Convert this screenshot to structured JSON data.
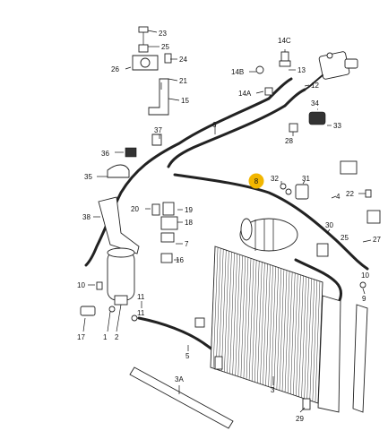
{
  "diagram": {
    "highlight_color": "#f2b600",
    "highlight_label": "8",
    "labels": {
      "l23": "23",
      "l25": "25",
      "l26": "26",
      "l24": "24",
      "l21": "21",
      "l15": "15",
      "l14c": "14C",
      "l14b": "14B",
      "l14a": "14A",
      "l13": "13",
      "l12": "12",
      "l34": "34",
      "l33": "33",
      "l28": "28",
      "l6": "6",
      "l37": "37",
      "l36": "36",
      "l35": "35",
      "l32": "32",
      "l31": "31",
      "l4": "4",
      "l22": "22",
      "l20": "20",
      "l38": "38",
      "l19": "19",
      "l18": "18",
      "l30": "30",
      "l27": "27",
      "l7": "7",
      "l10a": "10",
      "l10b": "10",
      "l16": "16",
      "l9": "9",
      "l11a": "11",
      "l11b": "11",
      "l17": "17",
      "l1": "1",
      "l2": "2",
      "l5": "5",
      "l3a": "3A",
      "l3": "3",
      "l29": "29"
    }
  }
}
